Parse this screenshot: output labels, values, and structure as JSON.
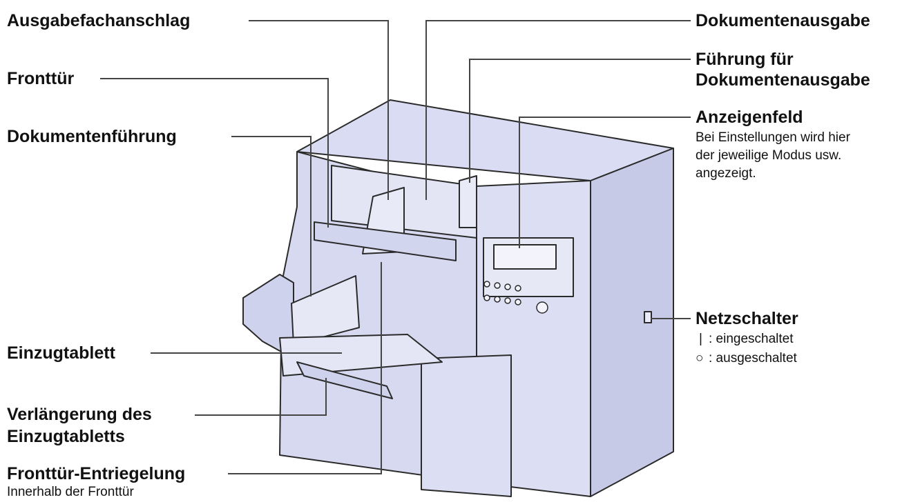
{
  "labels": {
    "ausgabefachanschlag": "Ausgabefachanschlag",
    "fronttuer": "Fronttür",
    "dokumentenfuehrung": "Dokumentenführung",
    "einzugtablett": "Einzugtablett",
    "verlaengerung_line1": "Verlängerung des",
    "verlaengerung_line2": "Einzugtabletts",
    "entriegelung": "Fronttür-Entriegelung",
    "entriegelung_note": "Innerhalb der Fronttür",
    "dokumentenausgabe": "Dokumentenausgabe",
    "fuehrung_line1": "Führung für",
    "fuehrung_line2": "Dokumentenausgabe",
    "anzeigenfeld": "Anzeigenfeld",
    "anzeigenfeld_desc_line1": "Bei Einstellungen wird hier",
    "anzeigenfeld_desc_line2": "der jeweilige Modus usw.",
    "anzeigenfeld_desc_line3": "angezeigt.",
    "netzschalter": "Netzschalter",
    "on_symbol": "|",
    "on_text": ": eingeschaltet",
    "off_symbol": "○",
    "off_text": ": ausgeschaltet"
  },
  "colors": {
    "body_fill": "#d9dcf2",
    "body_shade": "#c6cae6",
    "outline": "#2a2a2a",
    "leader": "#444444"
  }
}
